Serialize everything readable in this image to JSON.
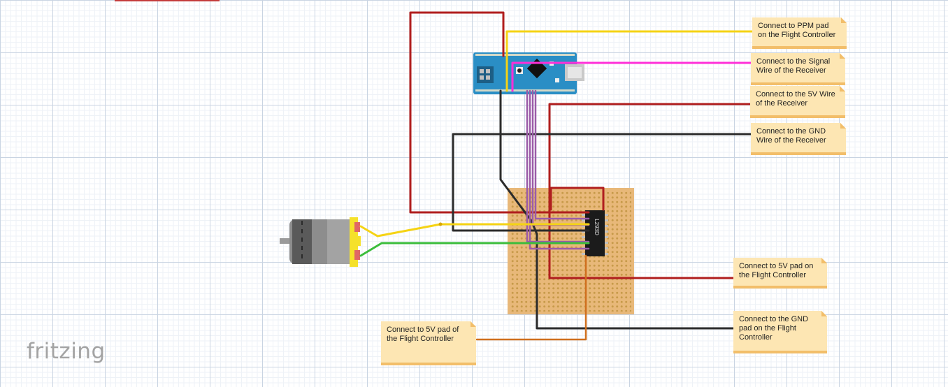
{
  "app": {
    "logo": "fritzing"
  },
  "notes": {
    "ppm": "Connect to PPM pad\non the Flight Controller",
    "signal": "Connect to the Signal\nWire of the Receiver",
    "rx5v": "Connect to the 5V Wire\nof the Receiver",
    "rxgnd": "Connect to the GND\nWire of the Receiver",
    "fc5v_right": "Connect to 5V pad on\nthe Flight Controller",
    "fcgnd": "Connect to the GND\npad on the Flight\nController",
    "fc5v_left": "Connect to 5V pad of\nthe Flight Controller"
  },
  "parts": {
    "ic_label": "L293D"
  },
  "colors": {
    "red": "#b01e1e",
    "black": "#2b2b2b",
    "yellow": "#f5d314",
    "magenta": "#ff2fd8",
    "purple": "#9b5ca8",
    "green": "#3bbd3b",
    "orange": "#cf6f1e",
    "board": "#e8b879",
    "arduino": "#2a8ec5"
  }
}
